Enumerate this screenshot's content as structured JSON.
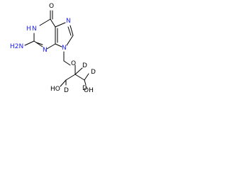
{
  "molecule": {
    "atoms": {
      "carbonyl_o": "O",
      "ring_nh": "N",
      "ring_nh_h": "H",
      "amine_n": "H2N",
      "n_pyr3": "N",
      "n_im7": "N",
      "n_im9": "N",
      "ether_o": "O",
      "d1": "D",
      "d2": "D",
      "d3": "D",
      "d4": "D",
      "oh_left": "HO",
      "oh_right": "OH"
    }
  }
}
